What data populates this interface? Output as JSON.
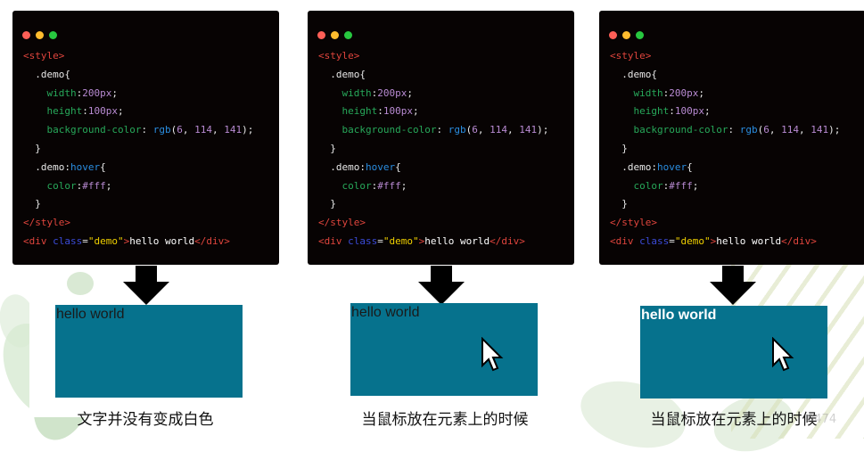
{
  "code": {
    "style_open": "<style>",
    "selector_demo": ".demo{",
    "width_prop": "width",
    "width_val": "200px",
    "height_prop": "height",
    "height_val": "100px",
    "bg_prop": "background-color",
    "bg_fn": "rgb",
    "bg_r": "6",
    "bg_g": "114",
    "bg_b": "141",
    "brace_close": "}",
    "selector_hover_base": ".demo:",
    "selector_hover_pseudo": "hover",
    "color_prop": "color",
    "color_val": "#fff",
    "style_close": "</style>",
    "div_open": "<div",
    "class_attr": "class",
    "class_val": "\"demo\"",
    "div_text": "hello world",
    "div_close": "</div>"
  },
  "panels": [
    {
      "demo_text": "hello world",
      "caption": "文字并没有变成白色",
      "hovered": false
    },
    {
      "demo_text": "hello world",
      "caption": "当鼠标放在元素上的时候",
      "hovered": false
    },
    {
      "demo_text": "hello world",
      "caption": "当鼠标放在元素上的时候",
      "hovered": true
    }
  ],
  "watermark": "0474",
  "colors": {
    "code_bg": "#070303",
    "demo_bg": "#06728d"
  }
}
